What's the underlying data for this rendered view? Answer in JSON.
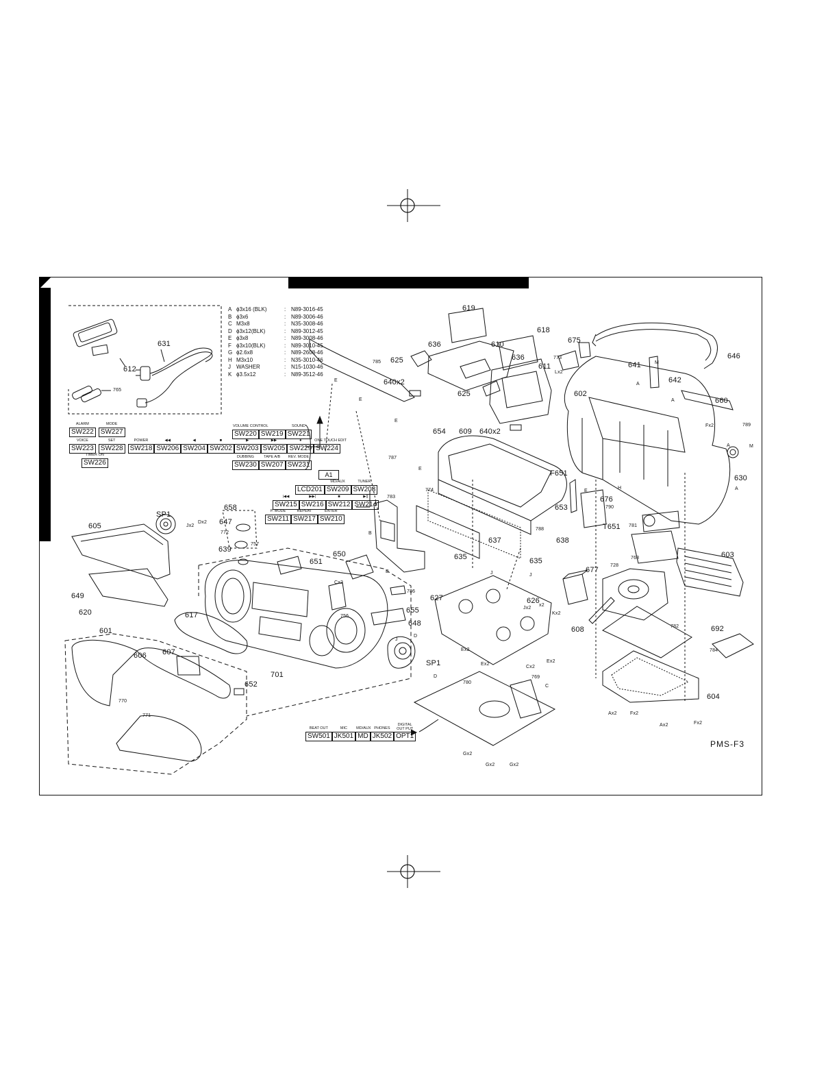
{
  "screw_table": [
    {
      "key": "A",
      "size": "ϕ3x16 (BLK)",
      "code": "N89-3016-45"
    },
    {
      "key": "B",
      "size": "ϕ3x6",
      "code": "N89-3006-46"
    },
    {
      "key": "C",
      "size": "M3x8",
      "code": "N35-3008-46"
    },
    {
      "key": "D",
      "size": "ϕ3x12(BLK)",
      "code": "N89-3012-45"
    },
    {
      "key": "E",
      "size": "ϕ3x8",
      "code": "N89-3008-46"
    },
    {
      "key": "F",
      "size": "ϕ3x10(BLK)",
      "code": "N89-3010-45"
    },
    {
      "key": "G",
      "size": "ϕ2.6x8",
      "code": "N89-2608-46"
    },
    {
      "key": "H",
      "size": "M3x10",
      "code": "N35-3010-46"
    },
    {
      "key": "J",
      "size": "WASHER",
      "code": "N15-1030-46"
    },
    {
      "key": "K",
      "size": "ϕ3.5x12",
      "code": "N89-3512-46"
    }
  ],
  "switch_groups": {
    "g1": [
      {
        "cap": "ALARM",
        "label": "SW222"
      },
      {
        "cap": "MODE",
        "label": "SW227"
      }
    ],
    "g2": [
      {
        "cap": "VOICE",
        "label": "SW223"
      },
      {
        "cap": "SET",
        "label": "SW228"
      },
      {
        "cap": "POWER",
        "label": "SW218"
      },
      {
        "cap": "◀◀",
        "label": "SW206"
      },
      {
        "cap": "◀",
        "label": "SW204"
      },
      {
        "cap": "■",
        "label": "SW202"
      },
      {
        "cap": "▶",
        "label": "SW203"
      },
      {
        "cap": "▶▶",
        "label": "SW205"
      },
      {
        "cap": "●",
        "label": "SW229"
      },
      {
        "cap": "ONE TOUCH EDIT",
        "label": "SW224"
      }
    ],
    "g3": [
      {
        "cap": "TIMER ON",
        "label": "SW226"
      }
    ],
    "g4": [
      {
        "cap": "VOLUME CONTROL",
        "label": "SW220"
      },
      {
        "cap": "",
        "label": "SW219"
      },
      {
        "cap": "SOUND",
        "label": "SW221"
      }
    ],
    "g5": [
      {
        "cap": "DUBBING",
        "label": "SW230"
      },
      {
        "cap": "TAPE A/B",
        "label": "SW207"
      },
      {
        "cap": "REV. MODE",
        "label": "SW231"
      }
    ],
    "g6": [
      {
        "cap": "",
        "label": "LCD201"
      },
      {
        "cap": "MD/AUX",
        "label": "SW209"
      },
      {
        "cap": "TUNER",
        "label": "SW208"
      }
    ],
    "g7": [
      {
        "cap": "|◀◀",
        "label": "SW215"
      },
      {
        "cap": "▶▶|",
        "label": "SW216"
      },
      {
        "cap": "■",
        "label": "SW212"
      },
      {
        "cap": "▶||",
        "label": "SW214"
      }
    ],
    "g8": [
      {
        "cap": "P. MODE",
        "label": "SW211"
      },
      {
        "cap": "REPEAT",
        "label": "SW217"
      },
      {
        "cap": "ENTER",
        "label": "SW210"
      }
    ],
    "g9": [
      {
        "cap": "BEAT OUT",
        "label": "SW501"
      },
      {
        "cap": "MIC",
        "label": "JK501"
      },
      {
        "cap": "MD/AUX",
        "label": "MD"
      },
      {
        "cap": "PHONES",
        "label": "JK502"
      },
      {
        "cap": "DIGITAL OUT PUT",
        "label": "OPT1"
      }
    ]
  },
  "a1_label": "A1",
  "model_code": "PMS-F3",
  "part_numbers": {
    "p601": "601",
    "p602": "602",
    "p603": "603",
    "p604": "604",
    "p605": "605",
    "p606": "606",
    "p607": "607",
    "p608": "608",
    "p609": "609",
    "p610": "610",
    "p611": "611",
    "p612": "612",
    "p617": "617",
    "p618": "618",
    "p619": "619",
    "p620": "620",
    "p625a": "625",
    "p625b": "625",
    "p626": "626",
    "p627": "627",
    "p630": "630",
    "p631": "631",
    "p635a": "635",
    "p635b": "635",
    "p636a": "636",
    "p636b": "636",
    "p637": "637",
    "p638": "638",
    "p639": "639",
    "p640a": "640x2",
    "p640b": "640x2",
    "p641": "641",
    "p642": "642",
    "p646": "646",
    "p647": "647",
    "p648": "648",
    "p649": "649",
    "p650": "650",
    "p651": "651",
    "p652": "652",
    "p653": "653",
    "p654": "654",
    "p655": "655",
    "p658": "658",
    "p660": "660",
    "p675": "675",
    "p676": "676",
    "p677": "677",
    "p692": "692",
    "p701": "701",
    "pF651": "F651",
    "pT651": "T651",
    "pSP1a": "SP1",
    "pSP1b": "SP1"
  },
  "small_labels": {
    "l765": "765",
    "l785": "785",
    "l787": "787",
    "l783": "783",
    "l774": "774",
    "l772": "772",
    "l757": "757",
    "l756": "756",
    "l786": "786",
    "l788": "788",
    "l770": "770",
    "l771": "771",
    "l780": "780",
    "l769": "769",
    "l728": "728",
    "l782": "782",
    "l781": "781",
    "l768": "768",
    "l790": "790",
    "l789": "789",
    "l773": "773",
    "l784": "784",
    "sE1": "E",
    "sE2": "E",
    "sE3": "E",
    "sE4": "E",
    "sE5": "E",
    "sM1": "M",
    "sM2": "M",
    "sA1": "A",
    "sA2": "A",
    "sA3": "A",
    "sA4": "A",
    "sLx2": "Lx2",
    "sFx2a": "Fx2",
    "sFx2b": "Fx2",
    "sFx2c": "Fx2",
    "sAx2a": "Ax2",
    "sAx2b": "Ax2",
    "sGx2a": "Gx2",
    "sGx2b": "Gx2",
    "sGx2c": "Gx2",
    "sJx2a": "Jx2",
    "sJx2b": "Jx2",
    "sDx2": "Dx2",
    "sCx2a": "Cx2",
    "sCx2b": "Cx2",
    "sEx2a": "Ex2",
    "sEx2b": "Ex2",
    "sEx2c": "Ex2",
    "sKx2": "Kx2",
    "sH": "H",
    "sB1": "B",
    "sB2": "B",
    "sJ1": "J",
    "sJ2": "J",
    "sJ3": "J",
    "sC": "C",
    "sD1": "D",
    "sD2": "D",
    "sx2": "x2"
  }
}
